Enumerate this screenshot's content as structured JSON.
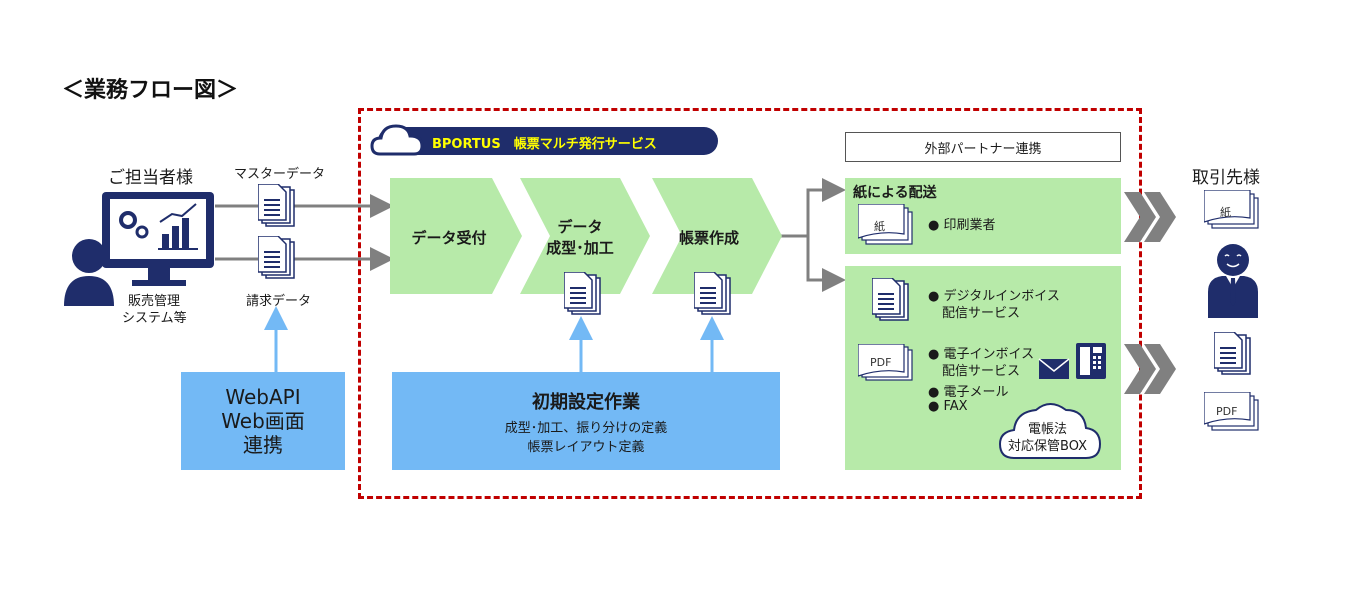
{
  "title": "＜業務フロー図＞",
  "customer": {
    "label": "ご担当者様",
    "system_label_1": "販売管理",
    "system_label_2": "システム等"
  },
  "data_labels": {
    "master": "マスターデータ",
    "invoice": "請求データ"
  },
  "webapi": {
    "line1": "WebAPI",
    "line2": "Web画面",
    "line3": "連携"
  },
  "service": {
    "name": "BPORTUS　帳票マルチ発行サービス"
  },
  "steps": {
    "receive": "データ受付",
    "process_1": "データ",
    "process_2": "成型･加工",
    "create": "帳票作成"
  },
  "initial": {
    "title": "初期設定作業",
    "line1": "成型･加工、振り分けの定義",
    "line2": "帳票レイアウト定義"
  },
  "partner": {
    "label": "外部パートナー連携"
  },
  "paper": {
    "title": "紙による配送",
    "doc": "紙",
    "bullet": "● 印刷業者"
  },
  "digital": {
    "bullet1_l1": "● デジタルインボイス",
    "bullet1_l2": "配信サービス",
    "pdf": "PDF",
    "bullet2_l1": "● 電子インボイス",
    "bullet2_l2": "配信サービス",
    "bullet3": "● 電子メール",
    "bullet4": "● FAX",
    "box_l1": "電帳法",
    "box_l2": "対応保管BOX"
  },
  "client": {
    "label": "取引先様",
    "paper_doc": "紙",
    "pdf_doc": "PDF"
  },
  "colors": {
    "accent_red": "#c00000",
    "navy": "#1f2d6b",
    "green": "#b7eaa9",
    "blue": "#73b9f5",
    "yellow": "#ffff00"
  }
}
